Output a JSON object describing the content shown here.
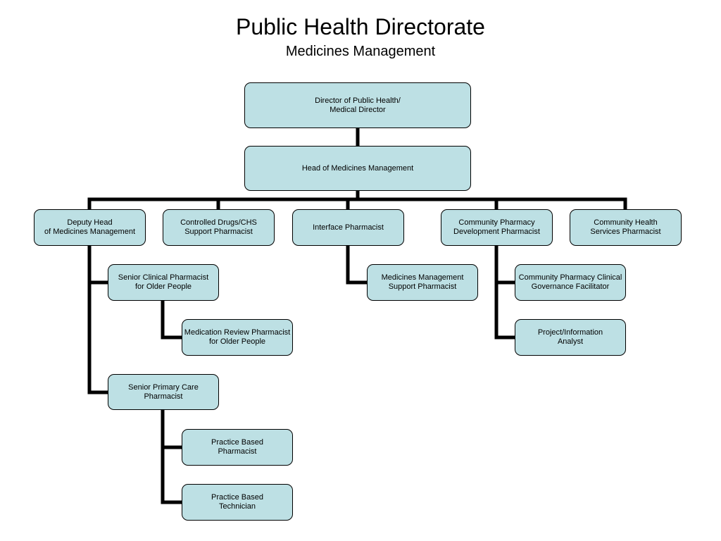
{
  "title": "Public Health Directorate",
  "subtitle": "Medicines Management",
  "nodes": {
    "director": "Director of Public Health/\nMedical Director",
    "head": "Head of Medicines Management",
    "deputy": "Deputy Head\nof Medicines Management",
    "controlled": "Controlled Drugs/CHS\nSupport Pharmacist",
    "interface": "Interface Pharmacist",
    "community_dev": "Community Pharmacy\nDevelopment Pharmacist",
    "community_health": "Community Health\nServices Pharmacist",
    "senior_clinical": "Senior Clinical Pharmacist\nfor Older People",
    "med_review": "Medication Review Pharmacist\nfor Older People",
    "senior_primary": "Senior Primary Care\nPharmacist",
    "practice_pharm": "Practice Based\nPharmacist",
    "practice_tech": "Practice Based\nTechnician",
    "mm_support": "Medicines Management\nSupport Pharmacist",
    "cp_clinical": "Community Pharmacy Clinical\nGovernance Facilitator",
    "project": "Project/Information\nAnalyst"
  }
}
